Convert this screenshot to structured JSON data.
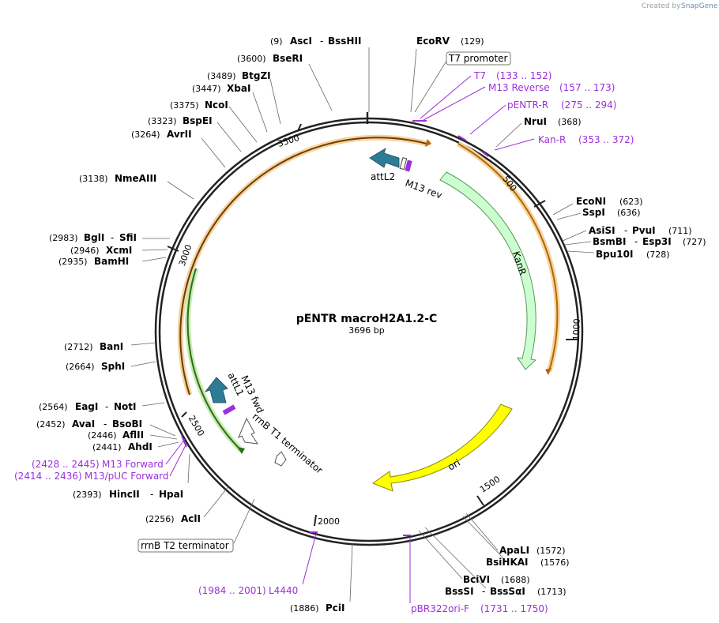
{
  "credit": {
    "prefix": "Created by",
    "brand": "SnapGene"
  },
  "plasmid": {
    "name": "pENTR macroH2A1.2-C",
    "length": "3696 bp"
  },
  "sites": [
    {
      "pos": "(9)",
      "name": "AscI",
      "name2": "BssHII"
    },
    {
      "pos": "(129)",
      "name": "EcoRV"
    },
    {
      "pos": "(3600)",
      "name": "BseRI"
    },
    {
      "pos": "(3489)",
      "name": "BtgZI"
    },
    {
      "pos": "(3447)",
      "name": "XbaI"
    },
    {
      "pos": "(3375)",
      "name": "NcoI"
    },
    {
      "pos": "(3323)",
      "name": "BspEI"
    },
    {
      "pos": "(3264)",
      "name": "AvrII"
    },
    {
      "pos": "(3138)",
      "name": "NmeAIII"
    },
    {
      "pos": "(2983)",
      "name": "BglI",
      "name2": "SfiI"
    },
    {
      "pos": "(2946)",
      "name": "XcmI"
    },
    {
      "pos": "(2935)",
      "name": "BamHI"
    },
    {
      "pos": "(2712)",
      "name": "BanI"
    },
    {
      "pos": "(2664)",
      "name": "SphI"
    },
    {
      "pos": "(2564)",
      "name": "EagI",
      "name2": "NotI"
    },
    {
      "pos": "(2452)",
      "name": "AvaI",
      "name2": "BsoBI"
    },
    {
      "pos": "(2446)",
      "name": "AflII"
    },
    {
      "pos": "(2441)",
      "name": "AhdI"
    },
    {
      "pos": "(2393)",
      "name": "HincII",
      "name2": "HpaI"
    },
    {
      "pos": "(2256)",
      "name": "AclI"
    },
    {
      "pos": "(368)",
      "name": "NruI"
    },
    {
      "pos": "(623)",
      "name": "EcoNI"
    },
    {
      "pos": "(636)",
      "name": "SspI"
    },
    {
      "pos": "(711)",
      "name": "AsiSI",
      "name2": "PvuI"
    },
    {
      "pos": "(727)",
      "name": "BsmBI",
      "name2": "Esp3I"
    },
    {
      "pos": "(728)",
      "name": "Bpu10I"
    },
    {
      "pos": "(1572)",
      "name": "ApaLI"
    },
    {
      "pos": "(1576)",
      "name": "BsiHKAI"
    },
    {
      "pos": "(1688)",
      "name": "BciVI"
    },
    {
      "pos": "(1713)",
      "name": "BssSI",
      "name2": "BssSαI"
    },
    {
      "pos": "(1886)",
      "name": "PciI"
    }
  ],
  "primers": [
    {
      "name": "T7",
      "range": "(133 .. 152)"
    },
    {
      "name": "M13 Reverse",
      "range": "(157 .. 173)"
    },
    {
      "name": "pENTR-R",
      "range": "(275 .. 294)"
    },
    {
      "name": "Kan-R",
      "range": "(353 .. 372)"
    },
    {
      "name": "M13 Forward",
      "range": "(2428 .. 2445)"
    },
    {
      "name": "M13/pUC Forward",
      "range": "(2414 .. 2436)"
    },
    {
      "name": "L4440",
      "range": "(1984 .. 2001)"
    },
    {
      "name": "pBR322ori-F",
      "range": "(1731 .. 1750)"
    }
  ],
  "boxed_labels": {
    "t7_promoter": "T7 promoter",
    "rrnb_t2": "rrnB T2 terminator"
  },
  "features": {
    "attl2": "attL2",
    "m13rev": "M13 rev",
    "kanr": "KanR",
    "ori": "ori",
    "m13fwd": "M13 fwd",
    "attl1": "attL1",
    "rrnbt1": "rrnB T1 terminator"
  },
  "ticks": [
    "3500",
    "500",
    "3000",
    "1000",
    "2500",
    "1500",
    "2000"
  ],
  "colors": {
    "primer": "#9b30d9",
    "kanr_fill": "#ccffd0",
    "ori_fill": "#ffff00",
    "orange": "#e8a030",
    "green": "#58b030",
    "att_fill": "#2e7b96"
  }
}
